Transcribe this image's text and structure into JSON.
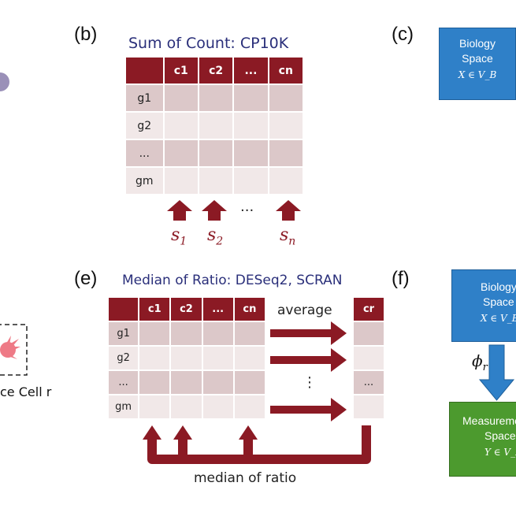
{
  "panel_b": {
    "label": "(b)",
    "title": "Sum of Count: CP10K",
    "columns": [
      "",
      "c1",
      "c2",
      "...",
      "cn"
    ],
    "rows": [
      "g1",
      "g2",
      "...",
      "gm"
    ],
    "between_arrows": "...",
    "sum_labels": [
      {
        "base": "s",
        "sub": "1"
      },
      {
        "base": "s",
        "sub": "2"
      },
      {
        "base": "s",
        "sub": "n"
      }
    ]
  },
  "panel_c": {
    "label": "(c)",
    "box": {
      "line1": "Biology",
      "line2": "Space",
      "math": "X ∈ V_B"
    }
  },
  "panel_e": {
    "label": "(e)",
    "title": "Median of Ratio: DESeq2, SCRAN",
    "columns": [
      "",
      "c1",
      "c2",
      "...",
      "cn"
    ],
    "rows": [
      "g1",
      "g2",
      "...",
      "gm"
    ],
    "average_label": "average",
    "arrow_dots": "⋮",
    "ref_header": "cr",
    "ref_dots": "...",
    "bottom_label": "median of ratio"
  },
  "panel_f": {
    "label": "(f)",
    "bio_box": {
      "line1": "Biology",
      "line2": "Space",
      "math": "X ∈ V_B"
    },
    "map_label": {
      "base": "ϕ",
      "sub": "r"
    },
    "meas_box": {
      "line1": "Measurement",
      "line2": "Space",
      "math": "Y ∈ V_M"
    }
  },
  "panel_left": {
    "caption": "ce Cell r"
  },
  "colors": {
    "maroon": "#8b1a24",
    "cell_dark": "#dcc8c9",
    "cell_light": "#f1e8e8",
    "blue": "#2f80c8",
    "green": "#4c9a2e",
    "title": "#2a2f7a"
  }
}
